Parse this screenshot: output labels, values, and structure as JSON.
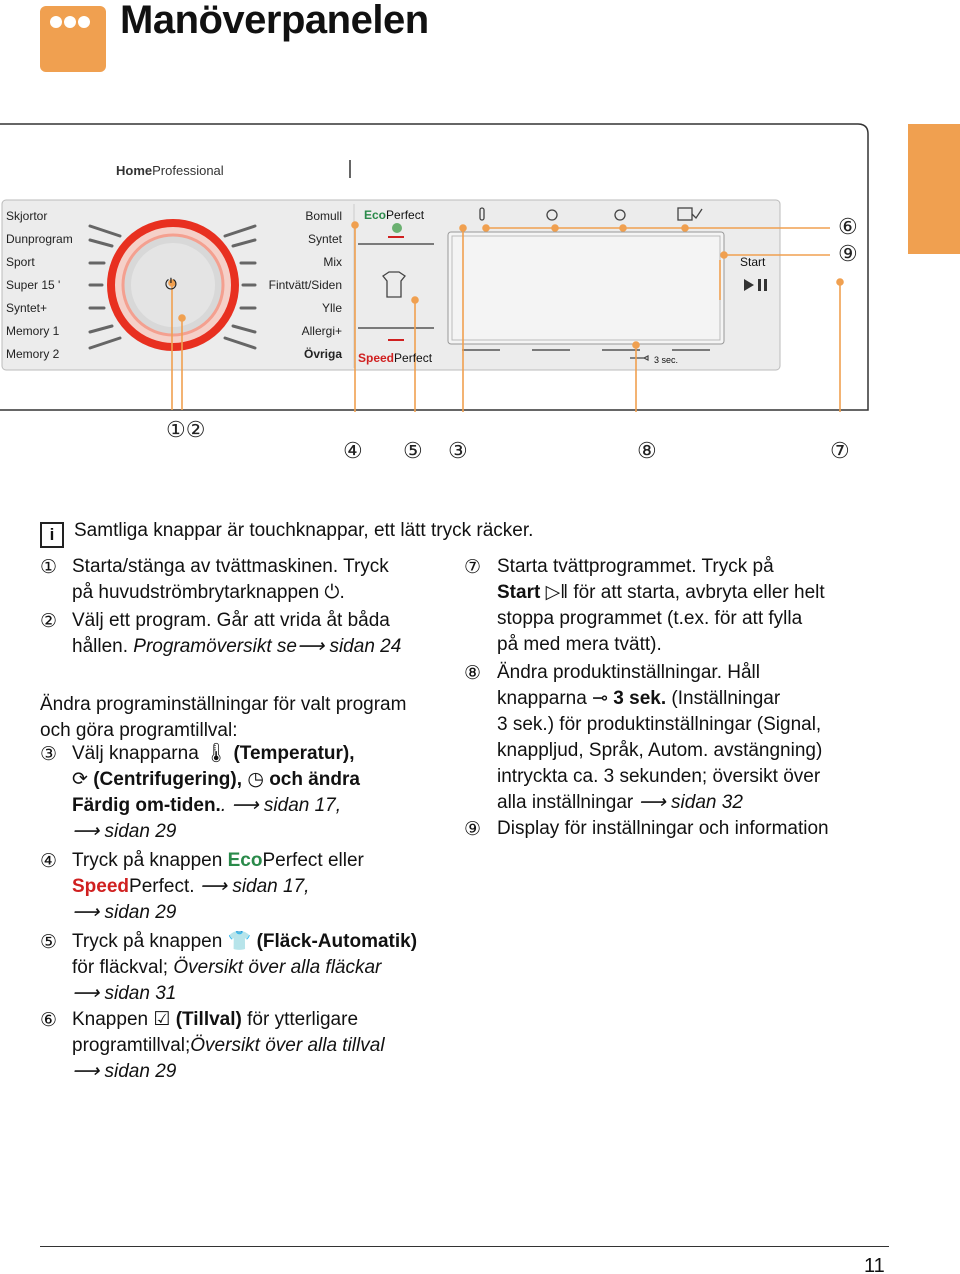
{
  "header": {
    "title": "Manöverpanelen"
  },
  "panel": {
    "brand_bold": "Home",
    "brand_rest": "Professional",
    "left_programs": [
      "Skjortor",
      "Dunprogram",
      "Sport",
      "Super 15 '",
      "Syntet+",
      "Memory 1",
      "Memory 2"
    ],
    "right_programs": [
      "Bomull",
      "Syntet",
      "Mix",
      "Fintvätt/Siden",
      "Ylle",
      "Allergi+",
      "Övriga"
    ],
    "dial_symbol": "⏻",
    "eco_a": "Eco",
    "eco_b": "Perfect",
    "speed_a": "Speed",
    "speed_b": "Perfect",
    "start_label": "Start",
    "three_sec": "3 sec.",
    "callouts": {
      "c12": "①②",
      "c4": "④",
      "c5": "⑤",
      "c3": "③",
      "c8": "⑧",
      "c7": "⑦",
      "c6": "⑥",
      "c9": "⑨"
    }
  },
  "info": "Samtliga knappar är touchknappar, ett lätt tryck räcker.",
  "info_icon": "i",
  "items": {
    "n1": "①",
    "t1a": "Starta/stänga av tvättmaskinen. Tryck",
    "t1b": "på huvudströmbrytarknappen ⏻.",
    "n2": "②",
    "t2a": "Välj ett program. Går att vrida åt båda",
    "t2b": "hållen.",
    "t2c": "Programöversikt se⟶ sidan 24",
    "intro1": "Ändra programinställningar för valt program",
    "intro2": "och göra programtillval:",
    "n3": "③",
    "t3a": "Välj knapparna",
    "t3b": "(Temperatur),",
    "t3c": "(Centrifugering),",
    "t3d": "och ändra",
    "t3e": "Färdig om-tiden.",
    "t3f": ". ⟶ sidan 17,",
    "t3g": "⟶ sidan 29",
    "n4": "④",
    "t4a": "Tryck på knappen",
    "t4eco": "Eco",
    "t4b": "Perfect eller",
    "t4speed": "Speed",
    "t4c": "Perfect.",
    "t4d": "⟶ sidan 17,",
    "t4e": "⟶ sidan 29",
    "n5": "⑤",
    "t5a": "Tryck på knappen",
    "t5b": "(Fläck-Automatik)",
    "t5c": "för fläckval;",
    "t5d": "Översikt över alla fläckar",
    "t5e": "⟶ sidan 31",
    "n6": "⑥",
    "t6a": "Knappen",
    "t6b": "(Tillval)",
    "t6c": "för ytterligare",
    "t6d": "programtillval;",
    "t6e": "Översikt över alla tillval",
    "t6f": "⟶ sidan 29",
    "n7": "⑦",
    "t7a": "Starta tvättprogrammet. Tryck på",
    "t7b": "Start",
    "t7c": "för att starta, avbryta eller helt",
    "t7d": "stoppa programmet (t.ex. för att fylla",
    "t7e": "på med mera tvätt).",
    "n8": "⑧",
    "t8a": "Ändra produktinställningar. Håll",
    "t8b": "knapparna",
    "t8c": "3 sek.",
    "t8d": "(Inställningar",
    "t8e": "3 sek.) för produktinställningar (Signal,",
    "t8f": "knappljud, Språk, Autom. avstängning)",
    "t8g": "intryckta ca. 3 sekunden; översikt över",
    "t8h": "alla inställningar",
    "t8i": "⟶ sidan 32",
    "n9": "⑨",
    "t9a": "Display för inställningar och information"
  },
  "footer": {
    "page": "11"
  },
  "colors": {
    "accent": "#f0a050",
    "eco_green": "#2a8a4a",
    "speed_red": "#d02020",
    "dial_ring": "#e83020"
  }
}
